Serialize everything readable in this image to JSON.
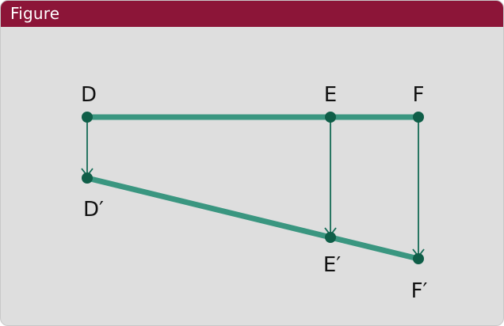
{
  "header": {
    "title": "Figure"
  },
  "colors": {
    "header_bg": "#8c1538",
    "header_text": "#ffffff",
    "card_bg": "#dedede",
    "segment": "#3a9680",
    "arrow": "#136b55",
    "point": "#0f5e48",
    "label": "#111111"
  },
  "points": {
    "D": {
      "label": "D"
    },
    "E": {
      "label": "E"
    },
    "F": {
      "label": "F"
    },
    "D_prime": {
      "label": "D′"
    },
    "E_prime": {
      "label": "E′"
    },
    "F_prime": {
      "label": "F′"
    }
  }
}
